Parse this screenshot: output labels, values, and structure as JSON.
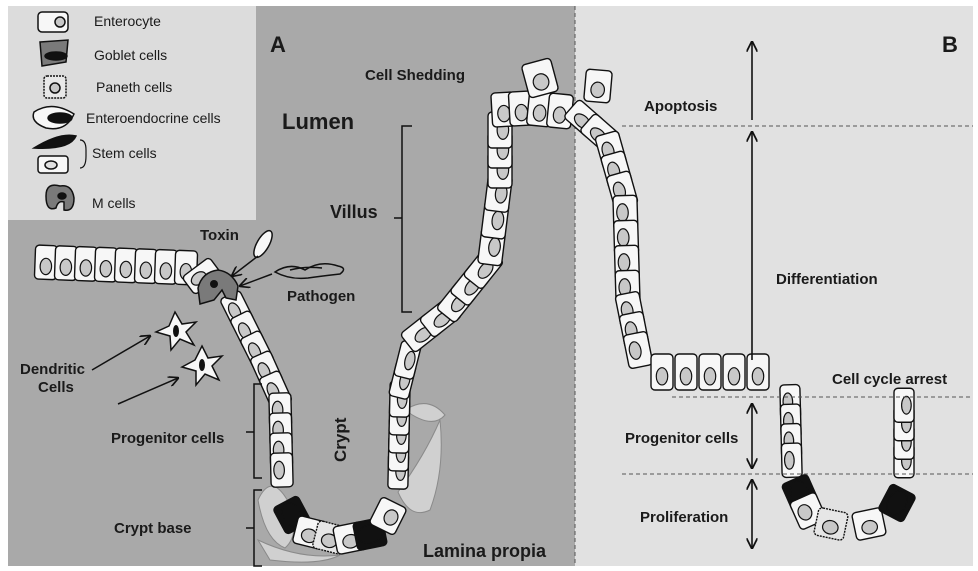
{
  "legend": {
    "items": [
      {
        "label": "Enterocyte",
        "icon": "enterocyte-icon"
      },
      {
        "label": "Goblet cells",
        "icon": "goblet-cell-icon"
      },
      {
        "label": "Paneth cells",
        "icon": "paneth-cell-icon"
      },
      {
        "label": "Enteroendocrine cells",
        "icon": "enteroendocrine-cell-icon"
      },
      {
        "label": "Stem cells",
        "icon": "stem-cell-icon"
      },
      {
        "label": "M cells",
        "icon": "m-cell-icon"
      }
    ]
  },
  "panel_a": {
    "letter": "A",
    "lumen": "Lumen",
    "cell_shedding": "Cell Shedding",
    "villus": "Villus",
    "toxin": "Toxin",
    "pathogen": "Pathogen",
    "dendritic": [
      "Dendritic",
      "Cells"
    ],
    "progenitor": "Progenitor cells",
    "crypt": "Crypt",
    "crypt_base": "Crypt base",
    "lamina_propia": "Lamina propia"
  },
  "panel_b": {
    "letter": "B",
    "apoptosis": "Apoptosis",
    "differentiation": "Differentiation",
    "cell_cycle_arrest": "Cell cycle arrest",
    "progenitor": "Progenitor cells",
    "proliferation": "Proliferation"
  },
  "colors": {
    "panel_a_bg": "#a9a9a9",
    "panel_b_bg": "#e1e1e1",
    "legend_bg": "#dcdcdc",
    "cell_fill": "#f7f7f7",
    "nucleus": "#c8c8c8",
    "dark": "#111111"
  }
}
